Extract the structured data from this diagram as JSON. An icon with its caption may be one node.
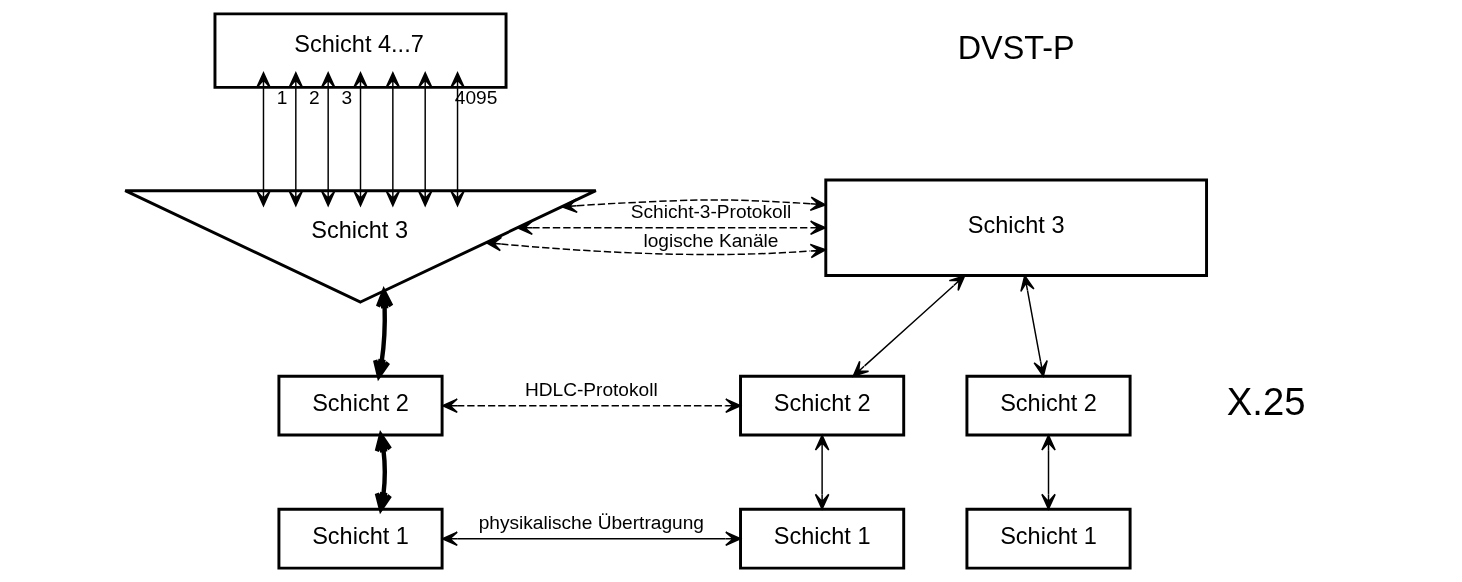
{
  "diagram": {
    "nodes": [
      {
        "text": [
          "Schicht 4...7"
        ]
      },
      {
        "text": [
          "Schicht 3"
        ]
      },
      {
        "text": [
          "Schicht 2"
        ]
      },
      {
        "text": [
          "Schicht 1"
        ]
      },
      {
        "text": [
          "Schicht 3"
        ]
      },
      {
        "text": [
          "Schicht 2"
        ]
      },
      {
        "text": [
          "Schicht 2"
        ]
      },
      {
        "text": [
          "Schicht 1"
        ]
      },
      {
        "text": [
          "Schicht 1"
        ]
      }
    ],
    "edges": [
      {
        "from": 1,
        "to": 0,
        "arrow": "both",
        "label": "1"
      },
      {
        "from": 1,
        "to": 0,
        "arrow": "both",
        "label": "2"
      },
      {
        "from": 1,
        "to": 0,
        "arrow": "both",
        "label": "3"
      },
      {
        "from": 1,
        "to": 0,
        "arrow": "both"
      },
      {
        "from": 1,
        "to": 0,
        "arrow": "both"
      },
      {
        "from": 1,
        "to": 0,
        "arrow": "both"
      },
      {
        "from": 1,
        "to": 0,
        "arrow": "both",
        "label": "4095"
      },
      {
        "from": 1,
        "to": 4,
        "arrow": "both",
        "style": "dashed",
        "label": "logische Kanäle"
      },
      {
        "from": 1,
        "to": 4,
        "arrow": "both",
        "style": "dashed"
      },
      {
        "from": 1,
        "to": 4,
        "arrow": "both",
        "style": "dashed",
        "label": "Schicht-3-Protokoll"
      },
      {
        "from": 1,
        "to": 2,
        "arrow": "both",
        "style": "thick"
      },
      {
        "from": 2,
        "to": 3,
        "arrow": "both",
        "style": "thick"
      },
      {
        "from": 2,
        "to": 5,
        "arrow": "both",
        "style": "dashed",
        "label": "HDLC-Protokoll"
      },
      {
        "from": 3,
        "to": 7,
        "arrow": "both",
        "label": "physikalische Übertragung"
      },
      {
        "from": 4,
        "to": 5,
        "arrow": "both"
      },
      {
        "from": 4,
        "to": 6,
        "arrow": "both"
      },
      {
        "from": 5,
        "to": 7,
        "arrow": "both"
      },
      {
        "from": 6,
        "to": 8,
        "arrow": "both"
      }
    ],
    "labels": [
      "DVST-P",
      "X.25"
    ]
  }
}
